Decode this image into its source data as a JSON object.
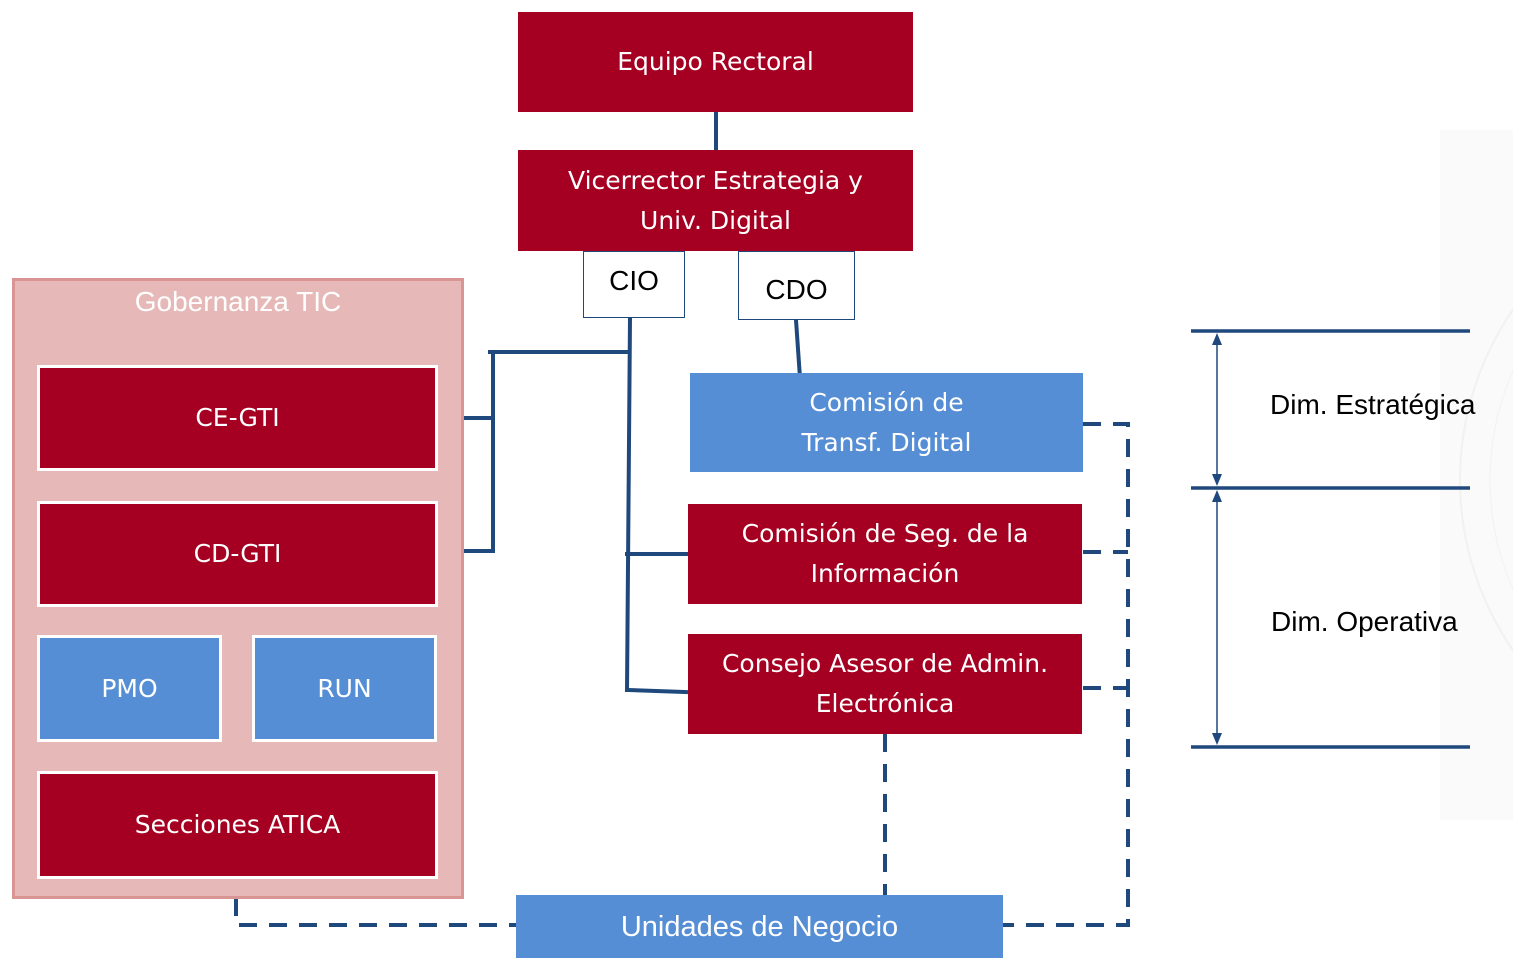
{
  "nodes": {
    "equipo_rectoral": "Equipo Rectoral",
    "vicerrector_l1": "Vicerrector Estrategia y",
    "vicerrector_l2": "Univ. Digital",
    "cio": "CIO",
    "cdo": "CDO",
    "gobernanza_title": "Gobernanza TIC",
    "ce_gti": "CE-GTI",
    "cd_gti": "CD-GTI",
    "pmo": "PMO",
    "run": "RUN",
    "secciones_atica": "Secciones ATICA",
    "comision_transf_l1": "Comisión de",
    "comision_transf_l2": "Transf. Digital",
    "comision_seg_l1": "Comisión de Seg. de la",
    "comision_seg_l2": "Información",
    "consejo_l1": "Consejo Asesor de Admin.",
    "consejo_l2": "Electrónica",
    "unidades_negocio": "Unidades de Negocio"
  },
  "dimensions": {
    "estrategica": "Dim. Estratégica",
    "operativa": "Dim. Operativa"
  },
  "colors": {
    "red": "#a50021",
    "blue": "#558ed5",
    "connector": "#1f497d",
    "gobernanza_bg": "#e6b9b8",
    "gobernanza_border": "#d99594"
  }
}
